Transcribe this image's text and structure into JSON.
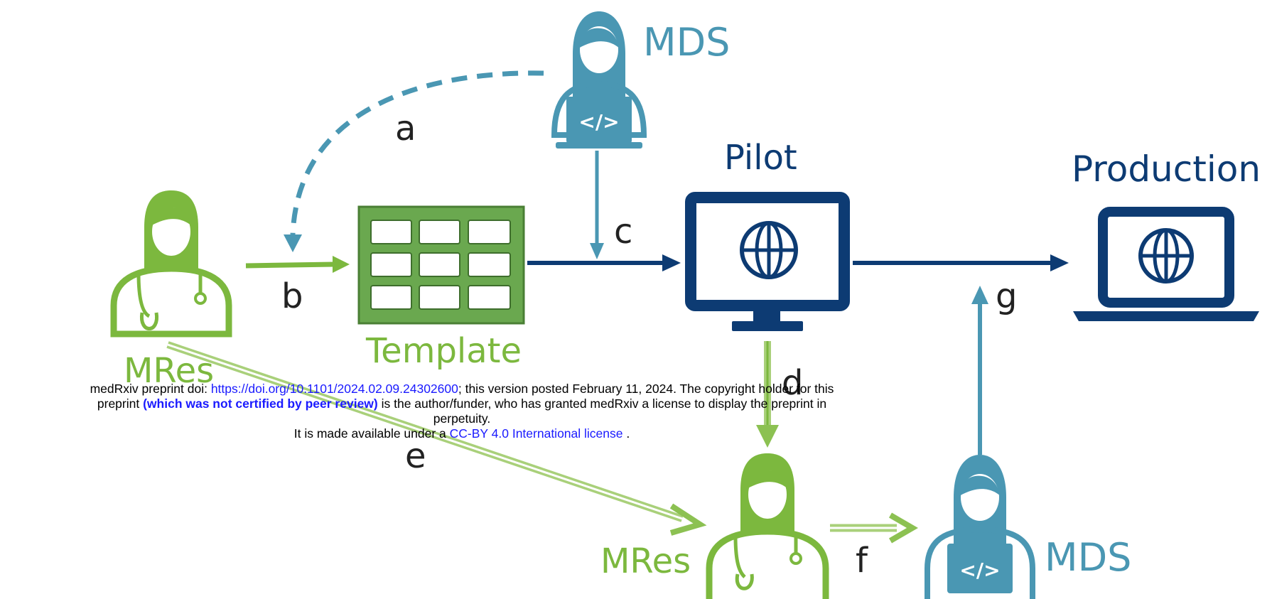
{
  "colors": {
    "mres_green": "#7cb83e",
    "template_green": "#6aa84f",
    "mds_teal": "#4a97b3",
    "navy": "#0d3b73",
    "link_blue": "#1a1aff"
  },
  "labels": {
    "mds_top": "MDS",
    "mds_bottom": "MDS",
    "mres_left": "MRes",
    "mres_bottom": "MRes",
    "template": "Template",
    "pilot": "Pilot",
    "production": "Production",
    "code_glyph_top": "</>",
    "code_glyph_bottom": "</>"
  },
  "steps": {
    "a": "a",
    "b": "b",
    "c": "c",
    "d": "d",
    "e": "e",
    "f": "f",
    "g": "g"
  },
  "icons": {
    "mds_top": "developer-with-laptop-icon",
    "mds_bottom": "developer-with-laptop-icon",
    "mres_left": "doctor-with-stethoscope-icon",
    "mres_bottom": "doctor-with-stethoscope-icon",
    "template": "spreadsheet-grid-icon",
    "pilot": "desktop-monitor-globe-icon",
    "production": "laptop-globe-icon"
  },
  "notice": {
    "line1_prefix": "medRxiv preprint doi: ",
    "doi_link": "https://doi.org/10.1101/2024.02.09.24302600",
    "line1_suffix": "; this version posted February 11, 2024. The copyright holder for this",
    "line2_prefix": "preprint ",
    "peer_review": "(which was not certified by peer review)",
    "line2_suffix": " is the author/funder, who has granted medRxiv a license to display the preprint in",
    "line3": "perpetuity.",
    "line4_prefix": "It is made available under a ",
    "license_link": "CC-BY 4.0 International license",
    "line4_suffix": " ."
  }
}
